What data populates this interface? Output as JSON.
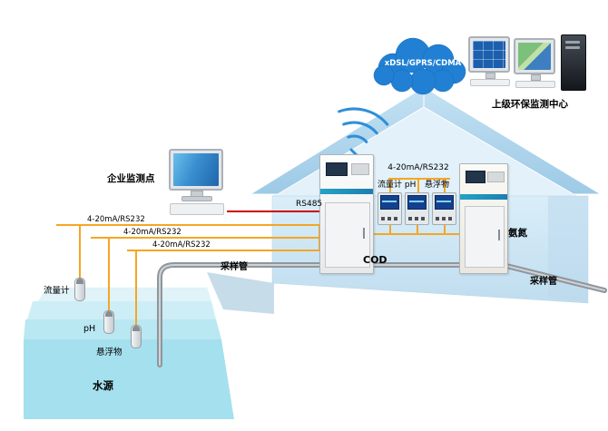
{
  "diagram": {
    "cloud_label": "xDSL/GPRS/CDMA",
    "monitoring_center_label": "上级环保监测中心",
    "enterprise_label": "企业监测点",
    "rs485_label": "RS485",
    "wire_labels": [
      "4-20mA/RS232",
      "4-20mA/RS232",
      "4-20mA/RS232"
    ],
    "meter_bus_label": "4-20mA/RS232",
    "meter_group_label_left": "流量计 pH",
    "meter_group_label_right": "悬浮物",
    "cod_label": "COD",
    "ammonia_label": "氨氮",
    "sampling_pipe_label_left": "采样管",
    "sampling_pipe_label_right": "采样管",
    "sensor_labels": {
      "flow": "流量计",
      "ph": "pH",
      "suspended": "悬浮物"
    },
    "water_label": "水源",
    "colors": {
      "wire_orange": "#F5A623",
      "rs485_red": "#CC0000",
      "cloud_blue": "#2180D4",
      "house_blue": "#CFE8F5",
      "water_blue": "#A5E0EE",
      "pipe_gray": "#8F969C"
    }
  }
}
